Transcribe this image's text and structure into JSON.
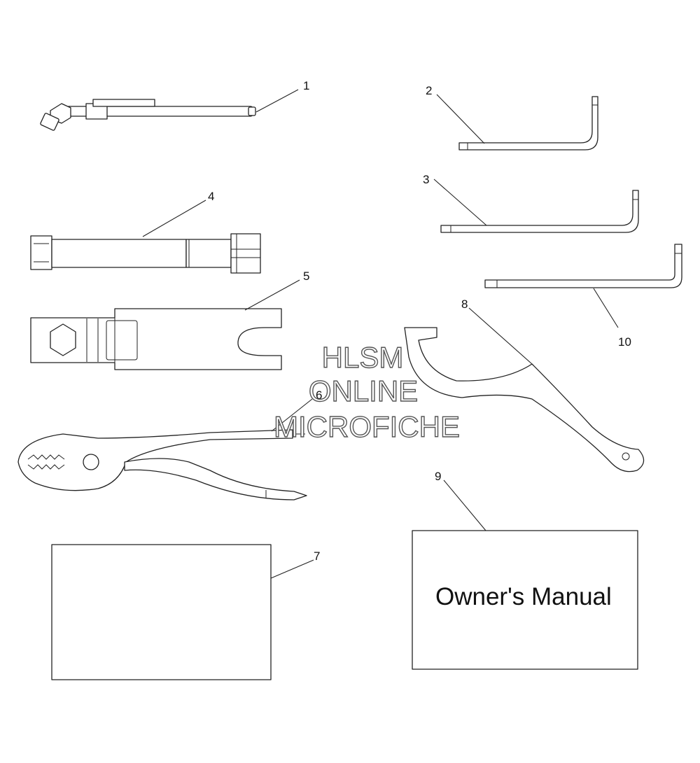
{
  "callouts": [
    "1",
    "2",
    "3",
    "4",
    "5",
    "6",
    "7",
    "8",
    "9",
    "10"
  ],
  "manual_label": "Owner's Manual",
  "watermark": [
    "HLSM",
    "ONLINE",
    "MICROFICHE"
  ]
}
